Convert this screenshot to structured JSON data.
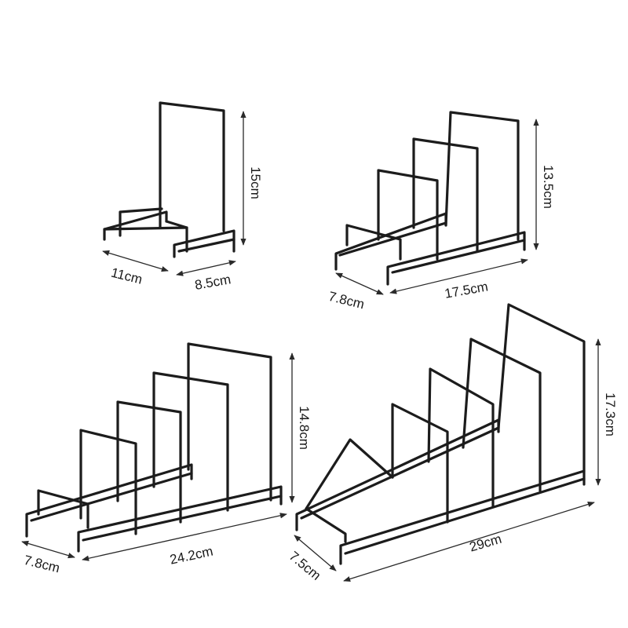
{
  "colors": {
    "background": "#ffffff",
    "wire": "#1c1c1c",
    "dimension": "#2a2a2a"
  },
  "racks": [
    {
      "name": "rack-1-slot",
      "dimensions": {
        "height": "15cm",
        "depth": "11cm",
        "width": "8.5cm"
      }
    },
    {
      "name": "rack-3-slot",
      "dimensions": {
        "height": "13.5cm",
        "depth": "7.8cm",
        "width": "17.5cm"
      }
    },
    {
      "name": "rack-4-slot",
      "dimensions": {
        "height": "14.8cm",
        "depth": "7.8cm",
        "width": "24.2cm"
      }
    },
    {
      "name": "rack-5-slot",
      "dimensions": {
        "height": "17.3cm",
        "depth": "7.5cm",
        "width": "29cm"
      }
    }
  ]
}
